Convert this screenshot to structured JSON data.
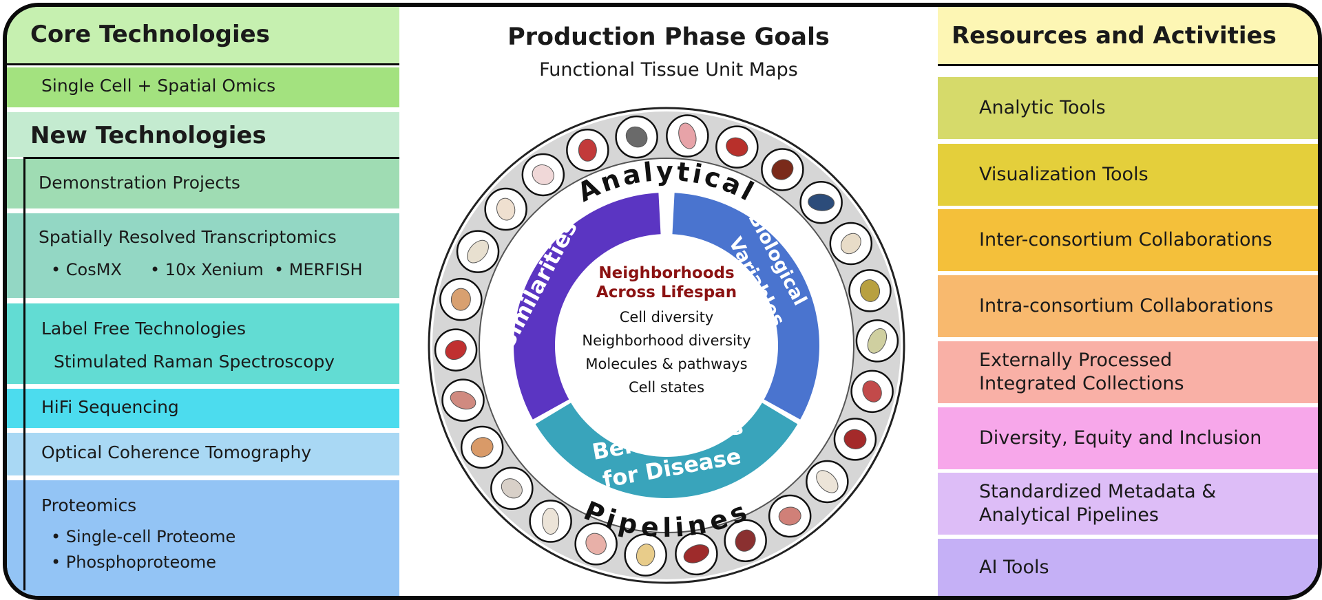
{
  "left": {
    "core_title": "Core Technologies",
    "core_item": "Single Cell + Spatial Omics",
    "new_title": "New Technologies",
    "demo": "Demonstration Projects",
    "srt": {
      "title": "Spatially Resolved Transcriptomics",
      "items": [
        "CosMX",
        "10x Xenium",
        "MERFISH"
      ]
    },
    "label_free": {
      "title": "Label Free Technologies",
      "item": "Stimulated Raman Spectroscopy"
    },
    "hifi": "HiFi Sequencing",
    "oct": "Optical Coherence Tomography",
    "proteomics": {
      "title": "Proteomics",
      "items": [
        "Single-cell Proteome",
        "Phosphoproteome"
      ]
    }
  },
  "center": {
    "title": "Production Phase Goals",
    "subtitle": "Functional Tissue Unit Maps",
    "outer_top": "Analytical",
    "outer_bottom": "Pipelines",
    "seg_similarities": "Similarities",
    "seg_bio_1": "Biological",
    "seg_bio_2": "Variables",
    "seg_bench_1": "Benchmarks",
    "seg_bench_2": "for Disease",
    "inner_heading_1": "Neighborhoods",
    "inner_heading_2": "Across Lifespan",
    "inner_items": [
      "Cell diversity",
      "Neighborhood diversity",
      "Molecules & pathways",
      "Cell states"
    ],
    "organ_icons": [
      "vasculature-icon",
      "body-icon",
      "lung-icon",
      "heart-icon",
      "liver-icon",
      "eye-icon",
      "spinal-cord-icon",
      "pancreas-gland-icon",
      "nerve-icon",
      "placenta-icon",
      "kidney-icon",
      "bone-icon",
      "uterus-icon",
      "spleen-icon",
      "kidney-icon-2",
      "pancreas-icon",
      "skin-icon",
      "femur-icon",
      "pelvis-icon",
      "large-intestine-icon",
      "small-intestine-icon",
      "ureter-icon",
      "colon-icon",
      "knee-icon",
      "tooth-icon",
      "brain-icon"
    ]
  },
  "right": {
    "title": "Resources and Activities",
    "items": [
      [
        "Analytic Tools"
      ],
      [
        "Visualization Tools"
      ],
      [
        "Inter-consortium Collaborations"
      ],
      [
        "Intra-consortium Collaborations"
      ],
      [
        "Externally Processed",
        "Integrated Collections"
      ],
      [
        "Diversity, Equity and Inclusion"
      ],
      [
        "Standardized Metadata &",
        "Analytical Pipelines"
      ],
      [
        "AI Tools"
      ]
    ]
  },
  "colors": {
    "core_header": "#c6f0b0",
    "core_item": "#a3e27f",
    "new_header": "#c4ebd0",
    "demo": "#9fdcb3",
    "srt": "#93d7c4",
    "label_free": "#62dcd3",
    "hifi": "#4cdcee",
    "oct": "#a9d8f4",
    "proteomics": "#93c4f5",
    "right_header": "#fdf6b4",
    "seg_similarities": "#5b35c2",
    "seg_bio": "#4a74cf",
    "seg_bench": "#39a4bb",
    "inner_heading": "#8b1212"
  }
}
